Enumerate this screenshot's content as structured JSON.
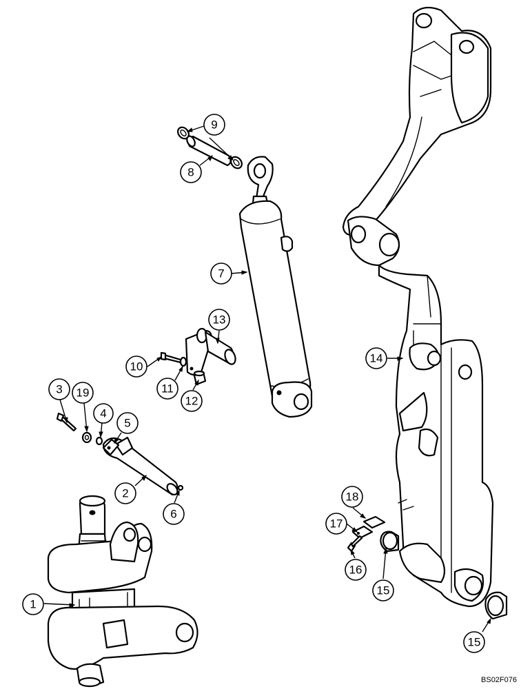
{
  "callouts": {
    "c1": "1",
    "c2": "2",
    "c3": "3",
    "c4": "4",
    "c5": "5",
    "c6": "6",
    "c7": "7",
    "c8": "8",
    "c9": "9",
    "c10": "10",
    "c11": "11",
    "c12": "12",
    "c13": "13",
    "c14": "14",
    "c15a": "15",
    "c15b": "15",
    "c16": "16",
    "c17": "17",
    "c18": "18",
    "c19": "19"
  },
  "figure_ref": "BS02F076"
}
